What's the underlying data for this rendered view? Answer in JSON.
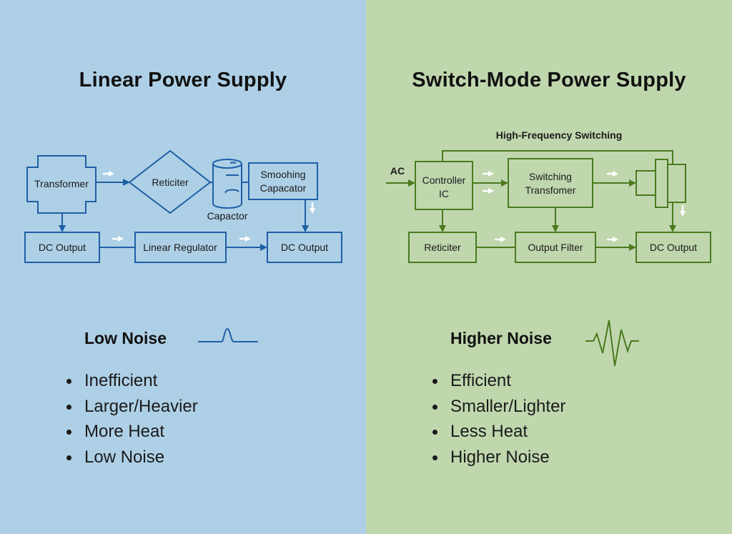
{
  "colors": {
    "left_bg": "#aed0e6",
    "right_bg": "#c0d7ae",
    "left_accent": "#1f5fa6",
    "right_accent": "#4a7a1e",
    "flow_arrow": "#ffffff"
  },
  "linear": {
    "title": "Linear Power Supply",
    "diagram": {
      "transformer": "Transformer",
      "rectifier": "Reticiter",
      "capacitor_symbol_label": "Capactor",
      "smoothing_capacitor_line1": "Smoohing",
      "smoothing_capacitor_line2": "Capacator",
      "dc_output_left": "DC Output",
      "linear_regulator": "Linear Regulator",
      "dc_output_right": "DC Output"
    },
    "noise_heading": "Low Noise",
    "noise_icon": "single-pulse-waveform-icon",
    "bullets": [
      "Inefficient",
      "Larger/Heavier",
      "More Heat",
      "Low Noise"
    ]
  },
  "switch_mode": {
    "title": "Switch-Mode Power Supply",
    "diagram": {
      "feedback_label": "High-Frequency Switching",
      "ac_input": "AC",
      "controller_line1": "Controller",
      "controller_line2": "IC",
      "switching_transformer_line1": "Switching",
      "switching_transformer_line2": "Transfomer",
      "rectifier": "Reticiter",
      "output_filter": "Output Filter",
      "dc_output": "DC Output"
    },
    "noise_heading": "Higher Noise",
    "noise_icon": "noisy-waveform-icon",
    "bullets": [
      "Efficient",
      "Smaller/Lighter",
      "Less Heat",
      "Higher Noise"
    ]
  }
}
